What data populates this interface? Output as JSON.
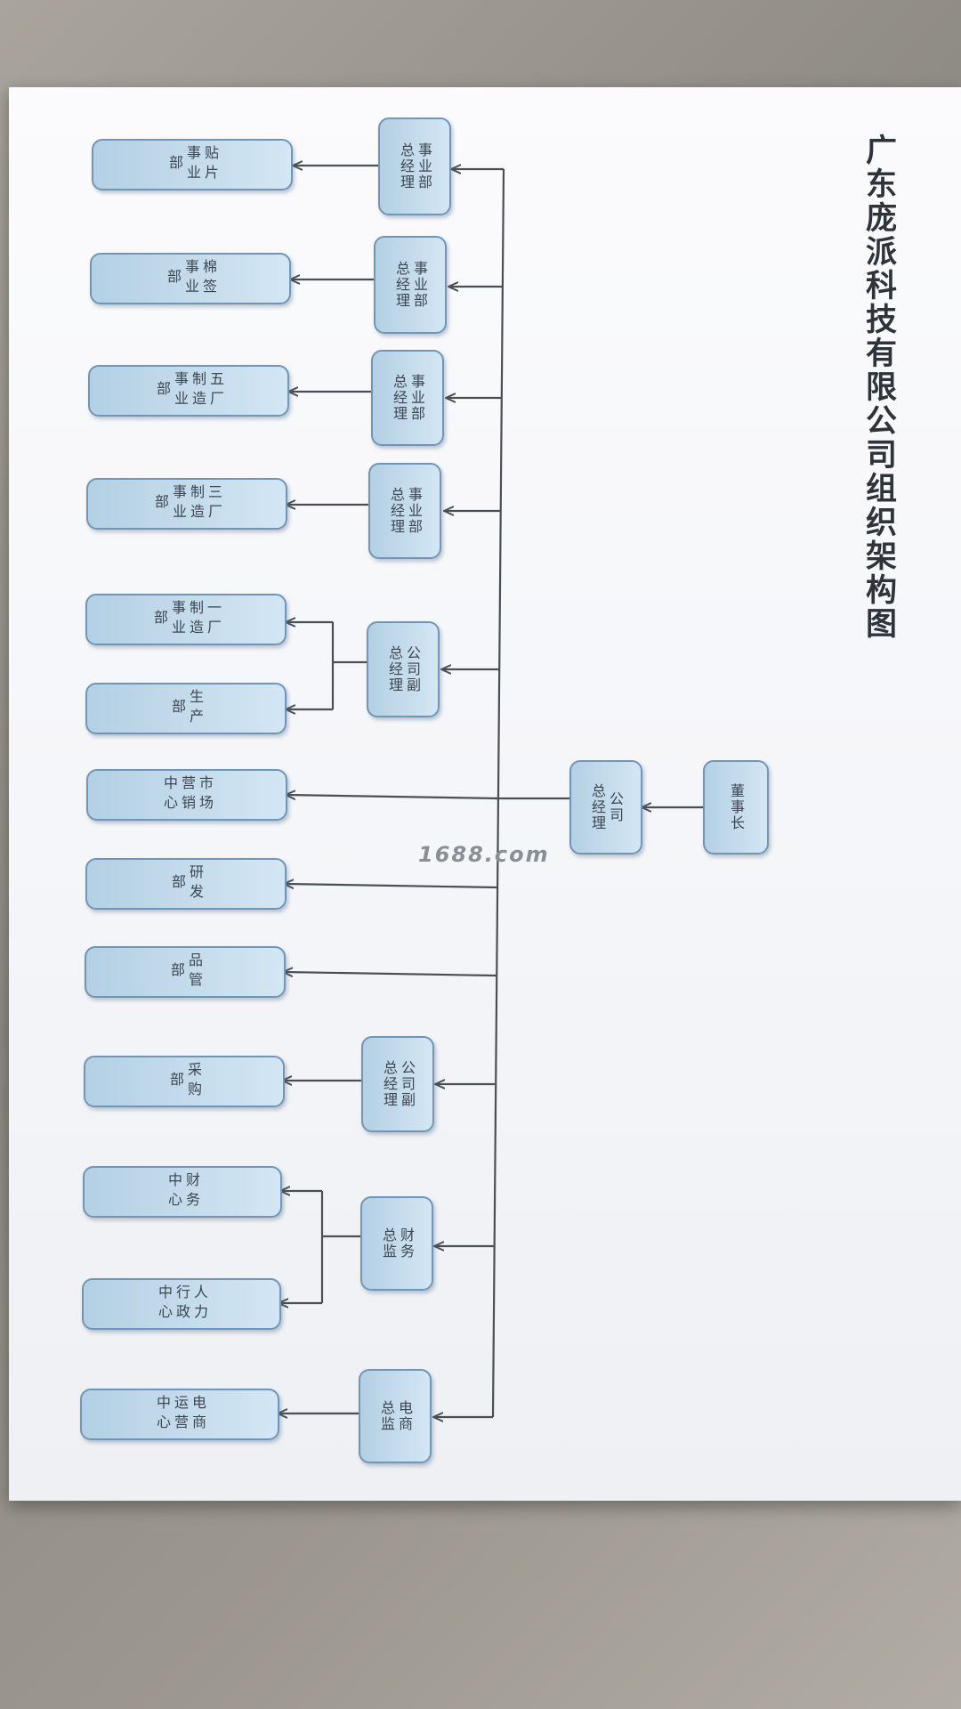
{
  "title": "广东庞派科技有限公司组织架构图",
  "watermark": "1688.com",
  "top": {
    "chairman": "董事长",
    "general_manager": "公司\n总经理"
  },
  "managers": [
    "事业部\n总经理",
    "事业部\n总经理",
    "事业部\n总经理",
    "事业部\n总经理",
    "公司副\n总经理",
    "公司副\n总经理",
    "财务\n总监",
    "电商\n总监"
  ],
  "departments": [
    "贴片事业部",
    "棉签事业部",
    "五厂制造事业部",
    "三厂制造事业部",
    "一厂制造事业部",
    "生产部",
    "市场营销中心",
    "研发部",
    "品管部",
    "采购部",
    "财务中心",
    "人力行政中心",
    "电商运营中心"
  ]
}
